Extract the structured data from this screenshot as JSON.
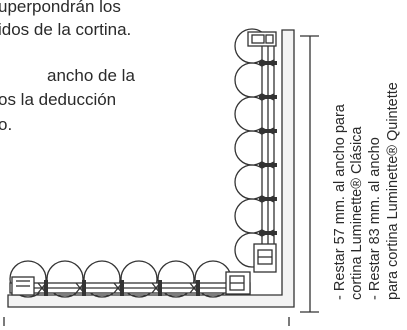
{
  "paragraph_lines": [
    "uperpondrán los",
    "idos de la cortina.",
    "ancho de la",
    "os la deducción",
    "o."
  ],
  "annotation_lines": [
    "- Restar 57 mm. al ancho para",
    "cortina Luminette® Clásica",
    "- Restar 83 mm. al ancho",
    "para cortina Luminette® Quintette"
  ],
  "colors": {
    "text": "#2a2a2a",
    "line": "#333333",
    "wall": "#f3f3f3"
  }
}
